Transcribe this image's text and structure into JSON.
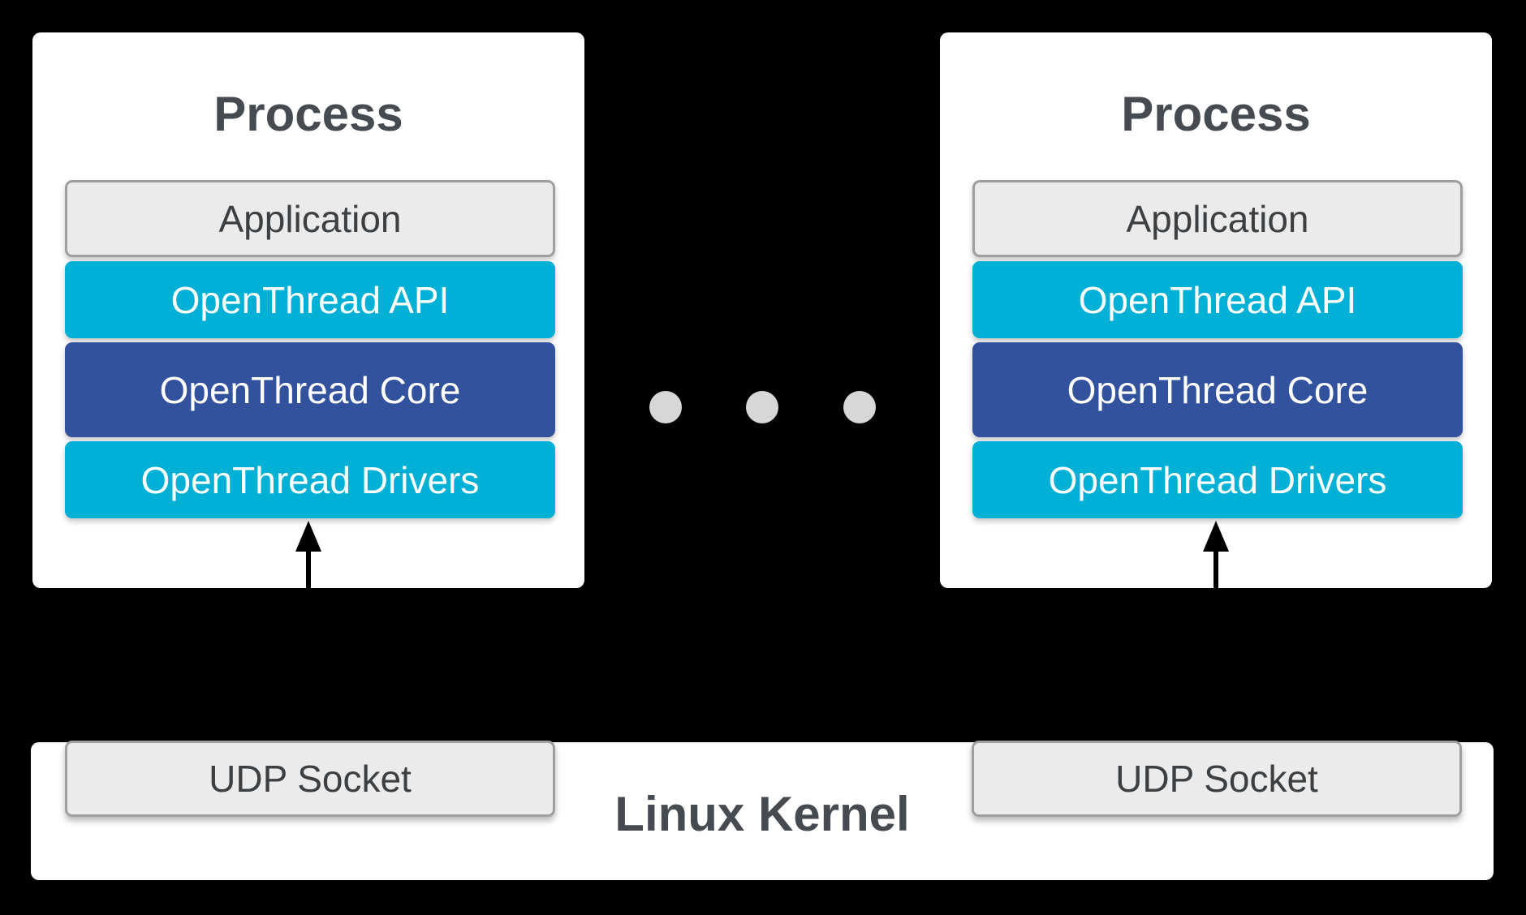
{
  "colors": {
    "background": "#000000",
    "cyan": "#00b0d5",
    "core_blue": "#32529d",
    "gray_box_bg": "#ebebeb",
    "gray_box_border": "#9f9f9f",
    "title_text": "#454b50",
    "dark_label_text": "#3c4043",
    "dot_gray": "#d7d7d7",
    "panel_white": "#ffffff"
  },
  "processes": [
    {
      "title": "Process",
      "layers": [
        {
          "label": "Application"
        },
        {
          "label": "OpenThread API"
        },
        {
          "label": "OpenThread Core"
        },
        {
          "label": "OpenThread Drivers"
        }
      ]
    },
    {
      "title": "Process",
      "layers": [
        {
          "label": "Application"
        },
        {
          "label": "OpenThread API"
        },
        {
          "label": "OpenThread Core"
        },
        {
          "label": "OpenThread Drivers"
        }
      ]
    }
  ],
  "ellipsis": {
    "dot_count": 3
  },
  "kernel": {
    "title": "Linux Kernel",
    "sockets": [
      {
        "label": "UDP Socket"
      },
      {
        "label": "UDP Socket"
      }
    ]
  }
}
